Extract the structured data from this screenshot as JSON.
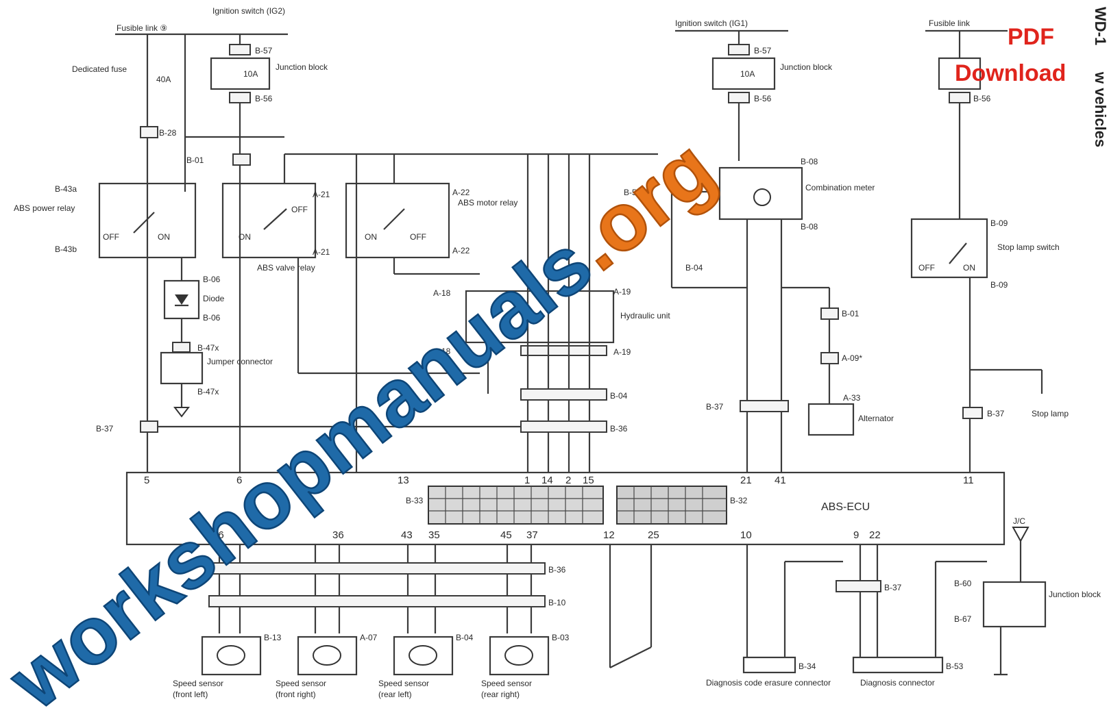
{
  "diagram": {
    "top_labels": {
      "fusible_link_left": "Fusible link ⑨",
      "ignition_switch_ig2": "Ignition switch (IG2)",
      "dedicated_fuse": "Dedicated fuse",
      "fuse_rating_left": "40A",
      "ignition_switch_ig1": "Ignition switch (IG1)",
      "fusible_link_right": "Fusible link",
      "junction_block": "Junction block",
      "fuse_rating_10a": "10A"
    },
    "components": {
      "abs_power_relay": "ABS power relay",
      "abs_valve_relay": "ABS valve relay",
      "abs_motor_relay": "ABS motor relay",
      "diode": "Diode",
      "jumper_connector": "Jumper connector",
      "hydraulic_unit": "Hydraulic unit",
      "combination_meter": "Combination meter",
      "stop_lamp_switch": "Stop lamp switch",
      "alternator": "Alternator",
      "stop_lamp": "Stop lamp",
      "abs_ecu": "ABS-ECU",
      "junction_block_lower": "Junction block",
      "jc": "J/C"
    },
    "sensors": [
      {
        "label": "Speed sensor",
        "sub": "(front left)",
        "conn": "B-13"
      },
      {
        "label": "Speed sensor",
        "sub": "(front right)",
        "conn": "A-07"
      },
      {
        "label": "Speed sensor",
        "sub": "(rear left)",
        "conn": "B-04"
      },
      {
        "label": "Speed sensor",
        "sub": "(rear right)",
        "conn": "B-03"
      }
    ],
    "connectors_bottom": {
      "diag_code": "Diagnosis code erasure connector",
      "diag": "Diagnosis connector",
      "b34": "B-34",
      "b53": "B-53"
    },
    "connector_ids": {
      "b57": "B-57",
      "b56": "B-56",
      "b28": "B-28",
      "b01": "B-01",
      "b43a": "B-43a",
      "b43b": "B-43b",
      "a21": "A-21",
      "a22": "A-22",
      "b06": "B-06",
      "b47": "B-47x",
      "b37": "B-37",
      "b36": "B-36",
      "a18": "A-18",
      "a19": "A-19",
      "b04": "B-04",
      "b32": "B-32",
      "b33": "B-33",
      "b58": "B-58",
      "b08": "B-08",
      "b09": "B-09",
      "a09": "A-09*",
      "a33": "A-33",
      "b10": "B-10",
      "b60": "B-60",
      "b67": "B-67"
    },
    "ecu_pins_top": [
      "5",
      "6",
      "13",
      "1",
      "14",
      "2",
      "15",
      "21",
      "41",
      "11"
    ],
    "ecu_pins_bottom": [
      "46",
      "36",
      "43",
      "35",
      "45",
      "37",
      "12",
      "25",
      "10",
      "9",
      "22"
    ],
    "states": {
      "on": "ON",
      "off": "OFF"
    },
    "side_title": "WD-1",
    "side_title2": "w vehicles"
  },
  "watermark": {
    "site": "workshopmanuals",
    "tld": ".org",
    "pdf": "PDF",
    "download": "Download"
  }
}
